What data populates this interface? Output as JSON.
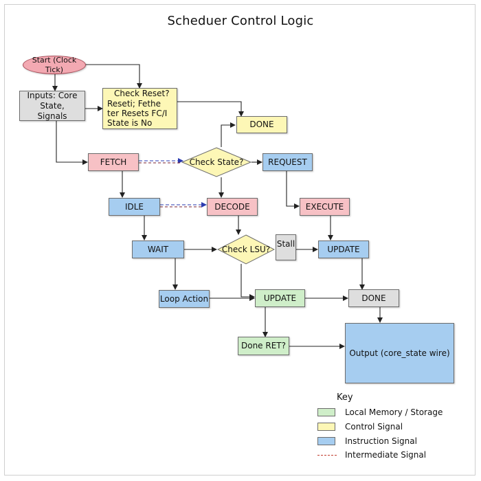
{
  "title": "Scheduer Control Logic",
  "nodes": {
    "start": "Start (Clock Tick)",
    "inputs": "Inputs: Core State, Signals",
    "check_reset_line1": "Check Reset?",
    "check_reset_line2": "Reseti; Fethe ter Resets FC/I State is No",
    "done_top": "DONE",
    "fetch": "FETCH",
    "check_state": "Check State?",
    "request": "REQUEST",
    "idle": "IDLE",
    "decode": "DECODE",
    "execute": "EXECUTE",
    "wait": "WAIT",
    "check_lsu": "Check LSU?",
    "stall": "Stall",
    "update_right": "UPDATE",
    "loop_action": "Loop Action",
    "update_mid": "UPDATE",
    "done_bottom": "DONE",
    "done_ret": "Done RET?",
    "output": "Output (core_state wire)"
  },
  "key": {
    "title": "Key",
    "items": [
      {
        "label": "Local Memory / Storage",
        "type": "swatch",
        "color": "#cfeec9"
      },
      {
        "label": "Control Signal",
        "type": "swatch",
        "color": "#fdf7b6"
      },
      {
        "label": "Instruction Signal",
        "type": "swatch",
        "color": "#a6cdf0"
      },
      {
        "label": "Intermediate Signal",
        "type": "dashed-line",
        "color": "#c0392b"
      }
    ]
  },
  "colors": {
    "fetch_decode_execute": "#f7c1c5",
    "instruction": "#a6cdf0",
    "control": "#fdf7b6",
    "memory": "#cfeec9",
    "neutral": "#dedede",
    "start": "#f3a9b2",
    "dashed_link": "#2b3bb0"
  }
}
